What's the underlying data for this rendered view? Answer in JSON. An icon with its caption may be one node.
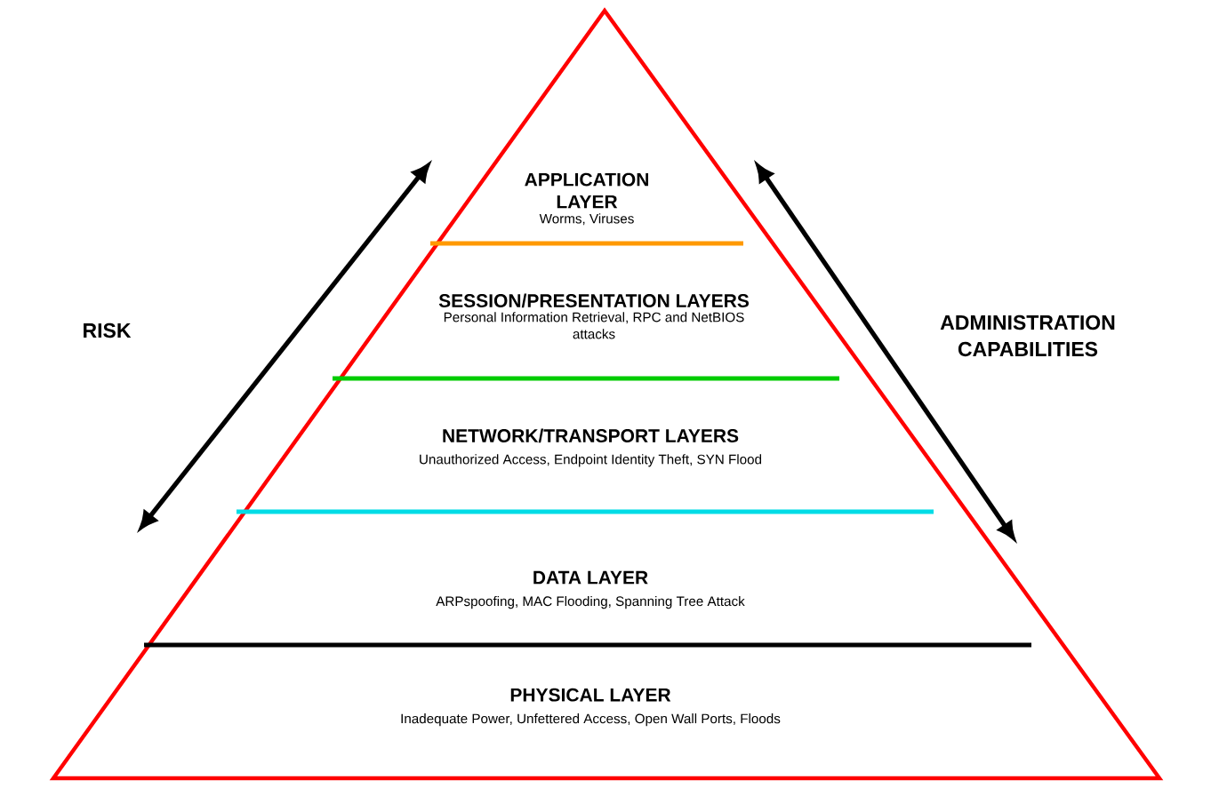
{
  "diagram": {
    "nodes": [
      {
        "text": [
          "APPLICATION LAYER",
          "Worms, Viruses"
        ]
      },
      {
        "text": [
          "SESSION/PRESENTATION LAYERS",
          "Personal Information Retrieval, RPC and NetBIOS attacks"
        ]
      },
      {
        "text": [
          "NETWORK/TRANSPORT LAYERS",
          "Unauthorized Access, Endpoint Identity Theft, SYN Flood"
        ]
      },
      {
        "text": [
          "DATA LAYER",
          "ARPspoofing, MAC Flooding, Spanning Tree Attack"
        ]
      },
      {
        "text": [
          "PHYSICAL LAYER",
          "Inadequate Power, Unfettered Access, Open Wall Ports,  Floods"
        ]
      }
    ],
    "labels": [
      "RISK",
      "ADMINISTRATION CAPABILITIES"
    ]
  }
}
